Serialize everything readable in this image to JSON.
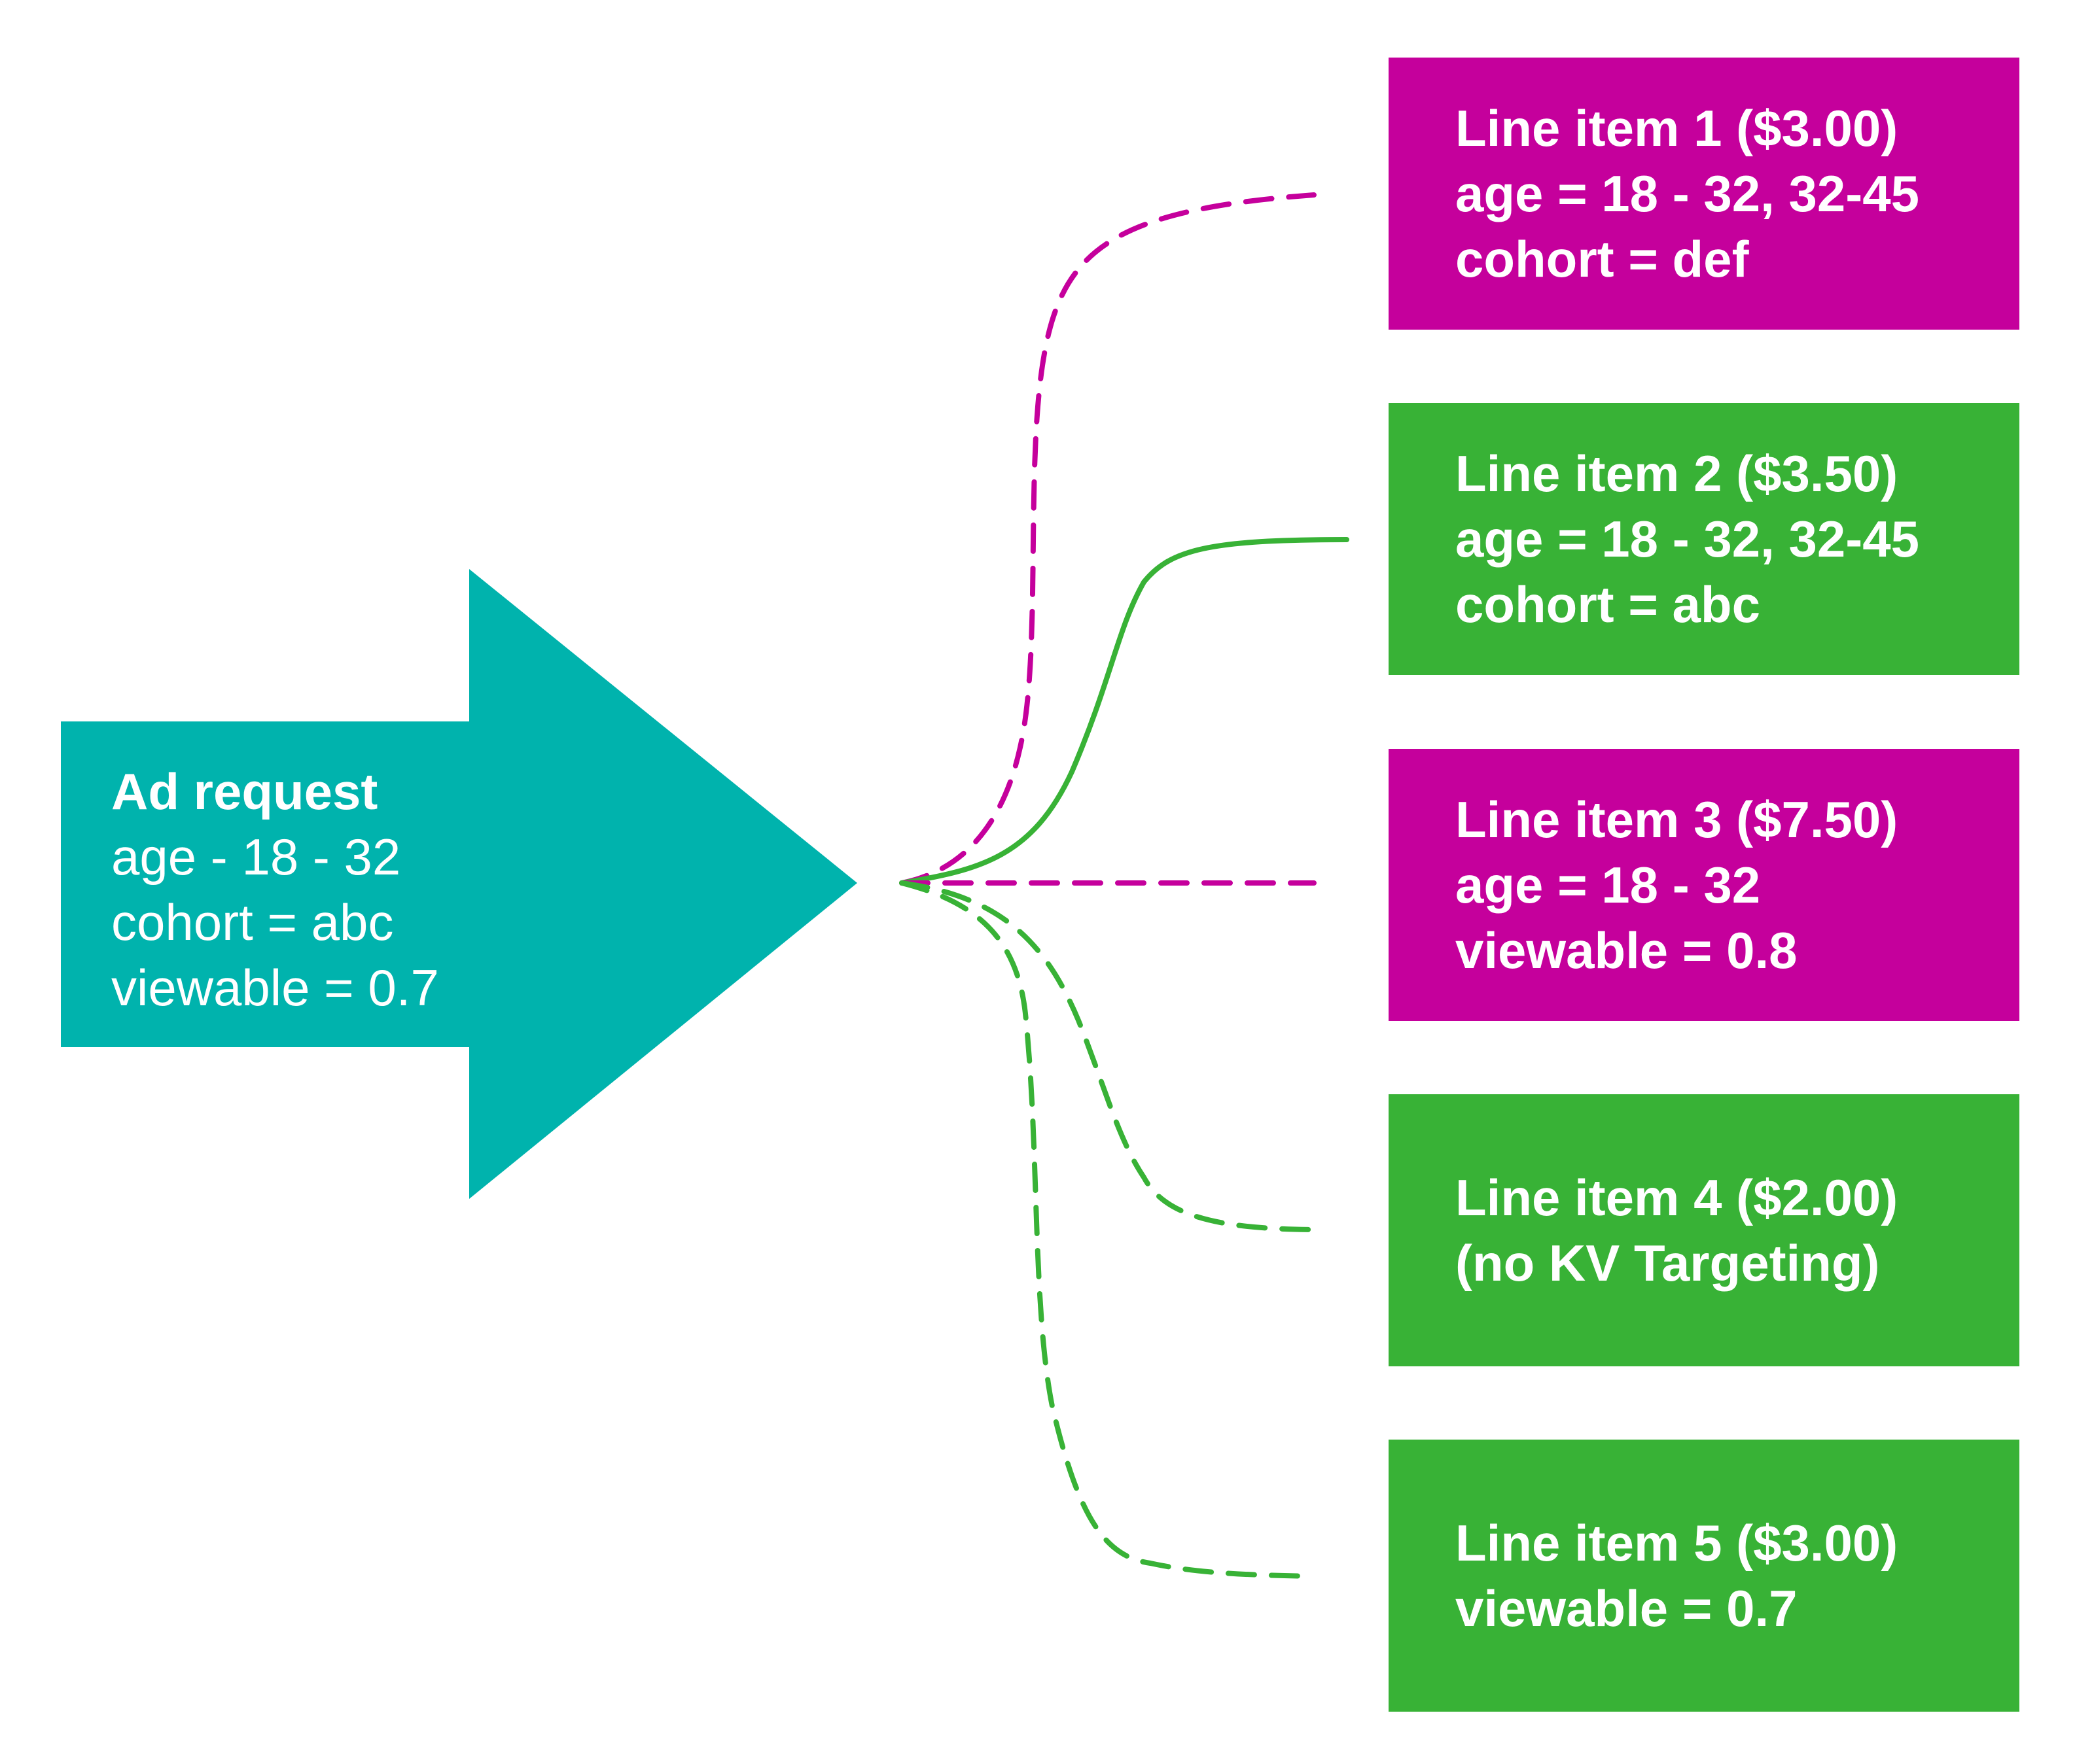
{
  "colors": {
    "arrow": "#00b3ad",
    "magenta": "#c5009c",
    "green": "#38b236",
    "text": "#ffffff"
  },
  "ad_request": {
    "title": "Ad request",
    "lines": [
      "age - 18 - 32",
      "cohort = abc",
      "viewable = 0.7"
    ]
  },
  "line_items": [
    {
      "color": "magenta",
      "connector": "dashed",
      "lines": [
        "Line item 1 ($3.00)",
        "age = 18 - 32, 32-45",
        "cohort = def"
      ]
    },
    {
      "color": "green",
      "connector": "solid",
      "lines": [
        "Line item 2 ($3.50)",
        "age = 18 - 32, 32-45",
        "cohort = abc"
      ]
    },
    {
      "color": "magenta",
      "connector": "dashed",
      "lines": [
        "Line item 3 ($7.50)",
        "age = 18 - 32",
        "viewable = 0.8"
      ]
    },
    {
      "color": "green",
      "connector": "dashed",
      "lines": [
        "Line item 4 ($2.00)",
        "(no KV Targeting)"
      ]
    },
    {
      "color": "green",
      "connector": "dashed",
      "lines": [
        "Line item 5 ($3.00)",
        "viewable = 0.7"
      ]
    }
  ]
}
